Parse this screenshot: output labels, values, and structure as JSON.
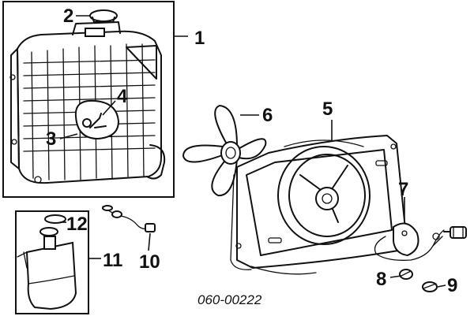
{
  "callouts": {
    "c1": "1",
    "c2": "2",
    "c3": "3",
    "c4": "4",
    "c5": "5",
    "c6": "6",
    "c7": "7",
    "c8": "8",
    "c9": "9",
    "c10": "10",
    "c11": "11",
    "c12": "12"
  },
  "diagram_code": "060-00222"
}
